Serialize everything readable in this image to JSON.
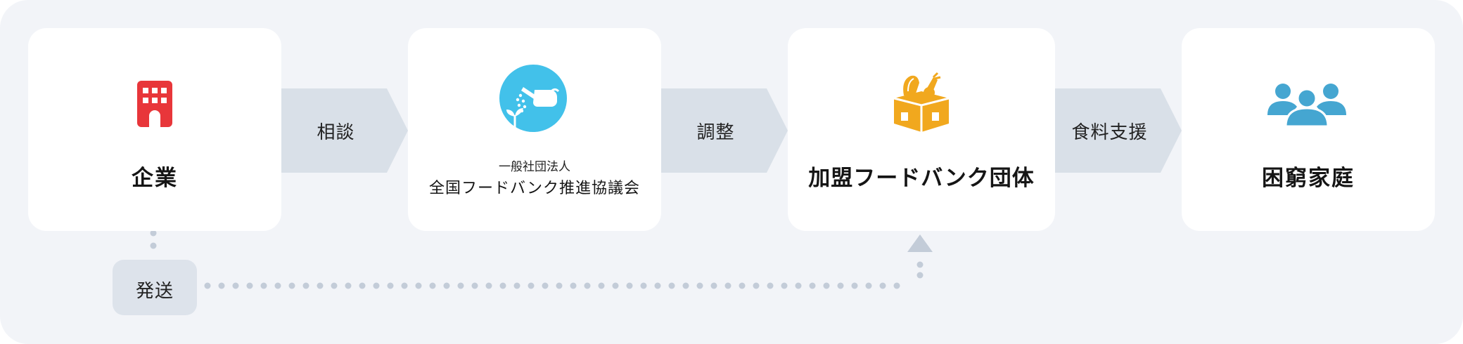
{
  "nodes": {
    "company": {
      "title": "企業"
    },
    "national": {
      "subtitle": "一般社団法人",
      "title": "全国フードバンク推進協議会"
    },
    "member": {
      "title": "加盟フードバンク団体"
    },
    "family": {
      "title": "困窮家庭"
    }
  },
  "edges": {
    "consult": "相談",
    "adjust": "調整",
    "support": "食料支援",
    "ship": "発送"
  },
  "colors": {
    "background": "#f2f4f8",
    "card": "#ffffff",
    "arrow": "#d9e0e8",
    "dots": "#c3ccd8",
    "building_icon": "#e8363a",
    "watering_icon_bg": "#42c1ea",
    "box_icon": "#f1a81e",
    "people_icon": "#45a6d1"
  },
  "icons": {
    "company": "building-icon",
    "national": "watering-can-icon",
    "member": "food-box-icon",
    "family": "people-icon"
  }
}
